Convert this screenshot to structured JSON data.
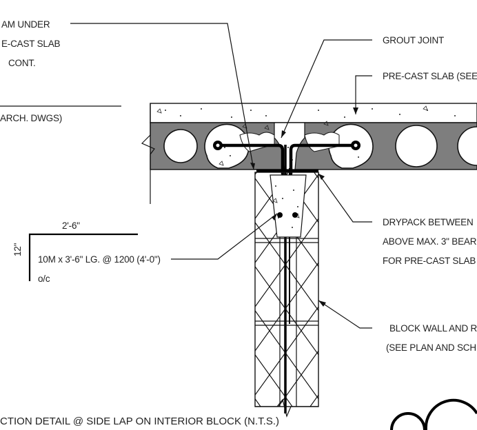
{
  "labels": {
    "beam_line1": "AM UNDER",
    "beam_line2": "E-CAST SLAB",
    "beam_line3": "CONT.",
    "arch": "ARCH. DWGS)",
    "grout": "GROUT JOINT",
    "precast": "PRE-CAST SLAB (SEE",
    "drypack_line1": "DRYPACK BETWEEN",
    "drypack_line2": "ABOVE MAX. 3\" BEAR",
    "drypack_line3": "FOR PRE-CAST SLAB",
    "dim_width": "2'-6\"",
    "dim_height": "12\"",
    "bar_line1": "10M x 3'-6\" LG. @ 1200 (4'-0\")",
    "bar_line2": "o/c",
    "block_line1": "BLOCK WALL AND R",
    "block_line2": "(SEE PLAN AND SCH"
  },
  "title": "CTION DETAIL @ SIDE LAP ON INTERIOR BLOCK (N.T.S.)"
}
